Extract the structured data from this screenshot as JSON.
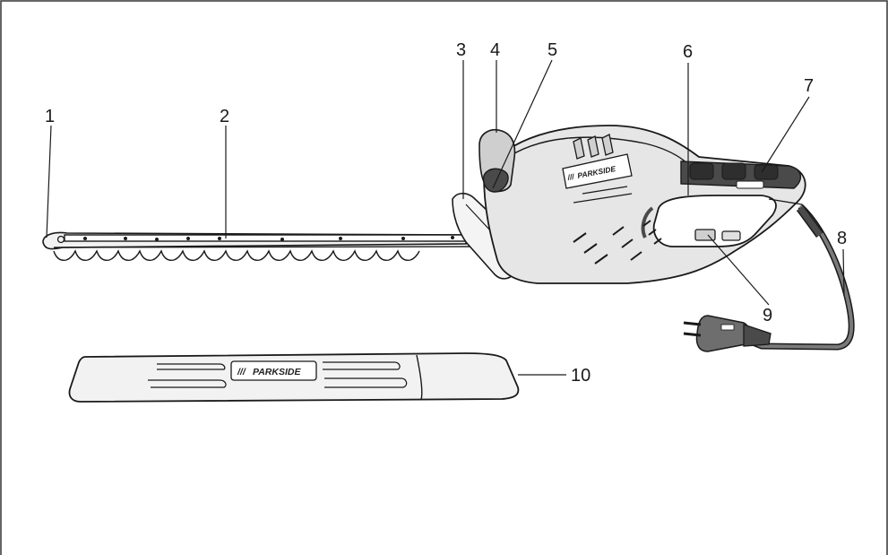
{
  "figure": {
    "brand": "PARKSIDE",
    "sheath_brand": "PARKSIDE",
    "callouts": [
      {
        "id": "c1",
        "label": "1"
      },
      {
        "id": "c2",
        "label": "2"
      },
      {
        "id": "c3",
        "label": "3"
      },
      {
        "id": "c4",
        "label": "4"
      },
      {
        "id": "c5",
        "label": "5"
      },
      {
        "id": "c6",
        "label": "6"
      },
      {
        "id": "c7",
        "label": "7"
      },
      {
        "id": "c8",
        "label": "8"
      },
      {
        "id": "c9",
        "label": "9"
      },
      {
        "id": "c10",
        "label": "10"
      }
    ]
  },
  "colors": {
    "line": "#1a1a1a",
    "body_fill": "#e6e6e6",
    "dark_fill": "#4a4a4a",
    "cable": "#555555",
    "sheath_fill": "#ececec"
  }
}
